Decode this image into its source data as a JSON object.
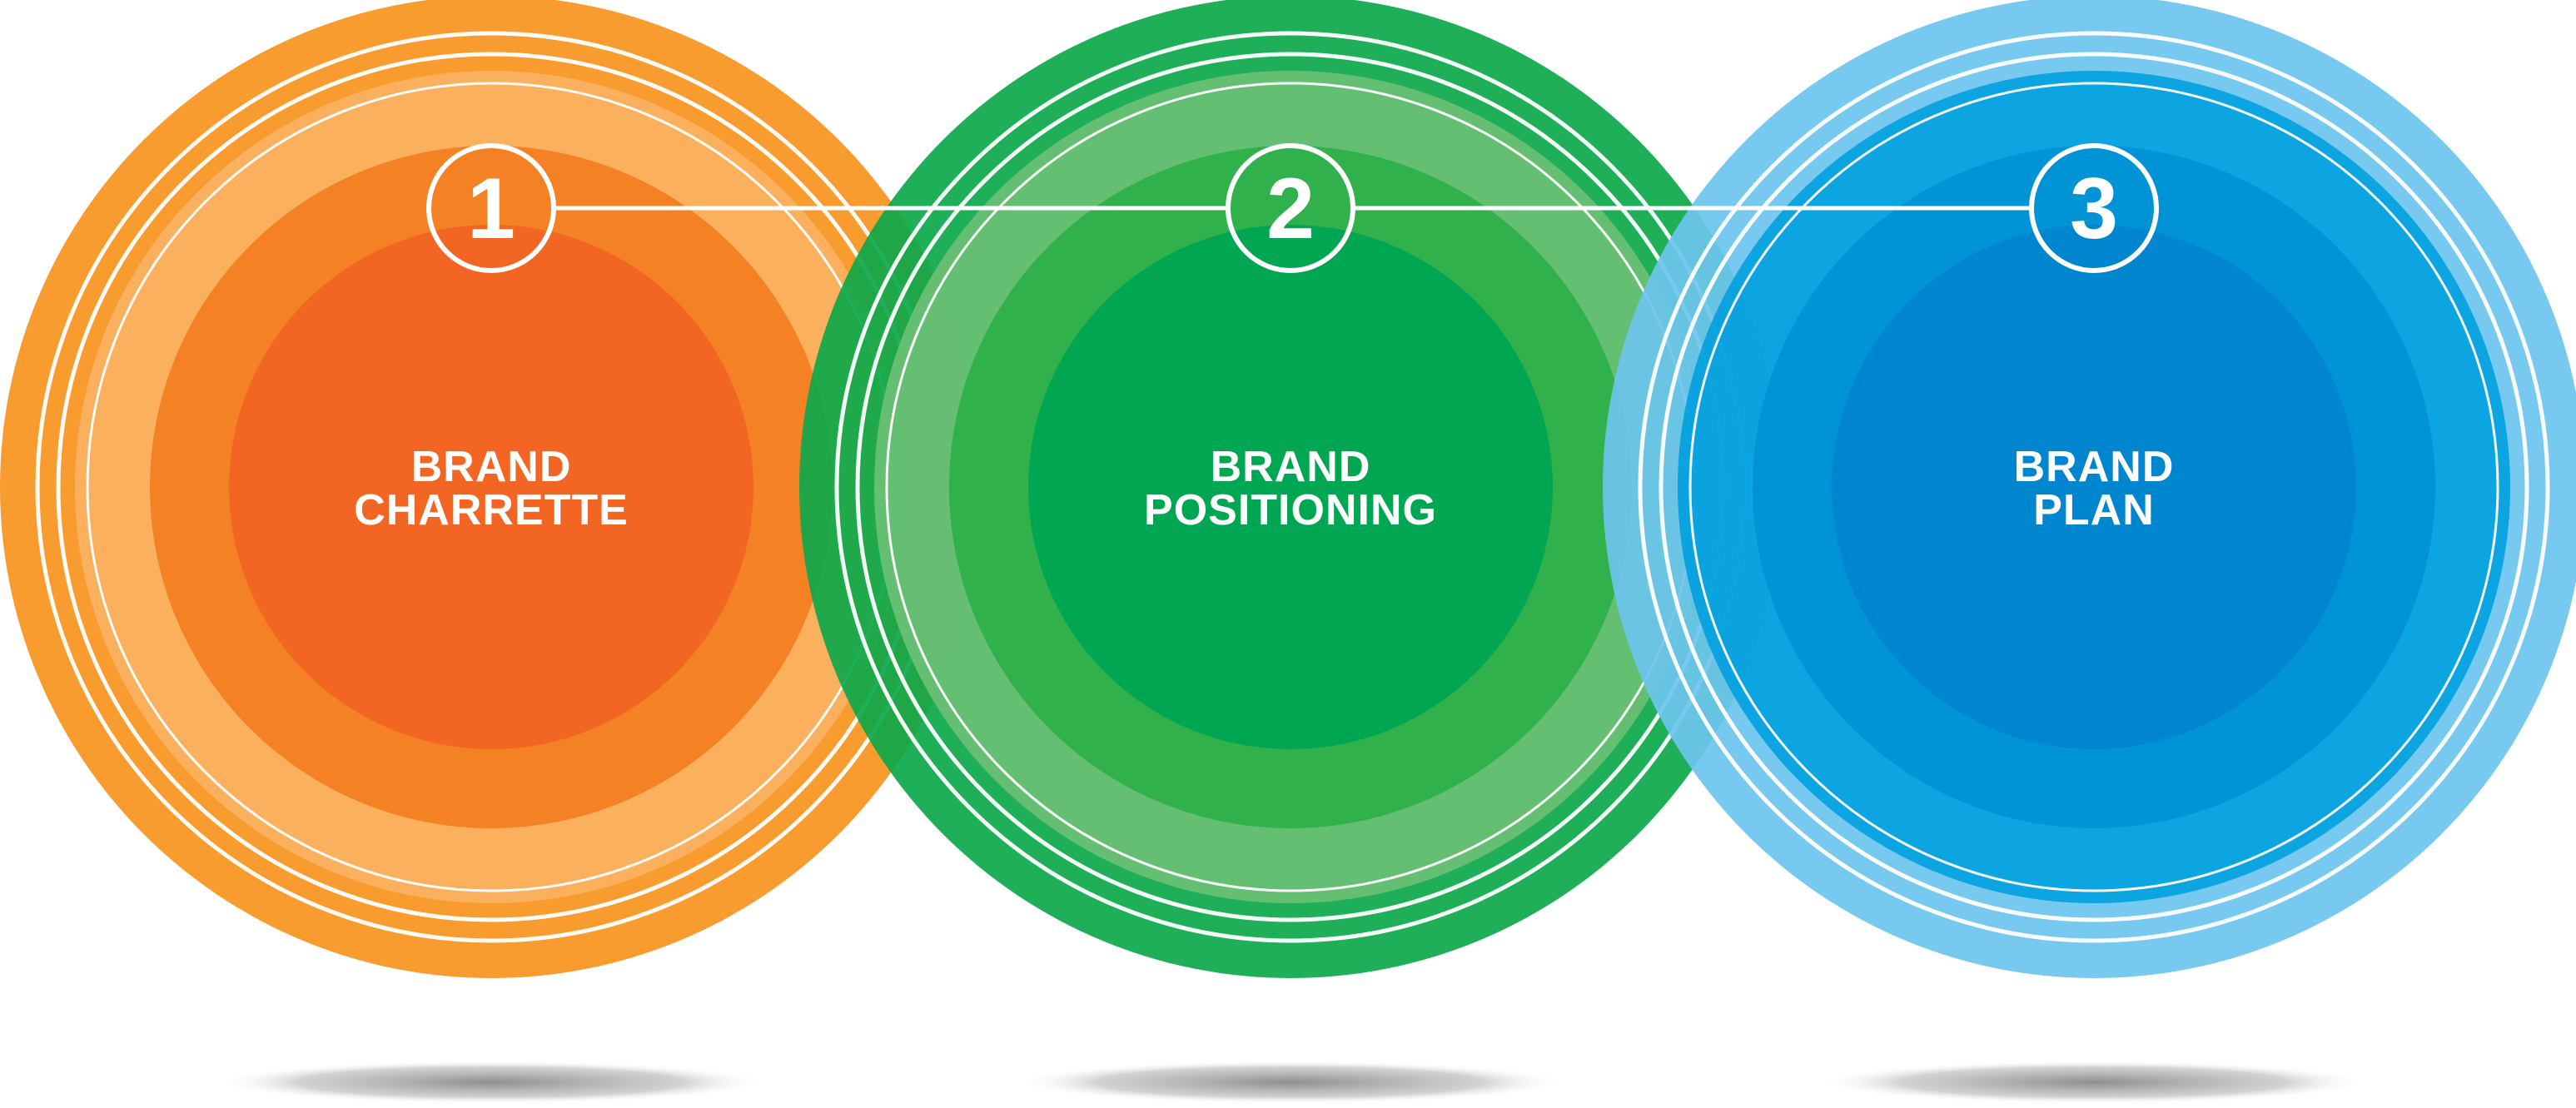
{
  "diagram": {
    "steps": [
      {
        "number": "1",
        "title_lines": [
          "BRAND",
          "CHARRETTE"
        ],
        "colors": {
          "outer": "#F7941D",
          "mid": "#FBB364",
          "inner_ring": "#F37F22",
          "core": "#F26522"
        }
      },
      {
        "number": "2",
        "title_lines": [
          "BRAND",
          "POSITIONING"
        ],
        "colors": {
          "outer": "#0CA84A",
          "mid": "#6DC177",
          "inner_ring": "#2EB04A",
          "core": "#00A651"
        }
      },
      {
        "number": "3",
        "title_lines": [
          "BRAND",
          "PLAN"
        ],
        "colors": {
          "outer": "#6CC4EE",
          "mid": "#00A0DF",
          "inner_ring": "#0093D5",
          "core": "#0085CF"
        }
      }
    ],
    "connector_color": "#FFFFFF",
    "label_color": "#FFFFFF",
    "shadow_color": "#8A8A8A"
  }
}
